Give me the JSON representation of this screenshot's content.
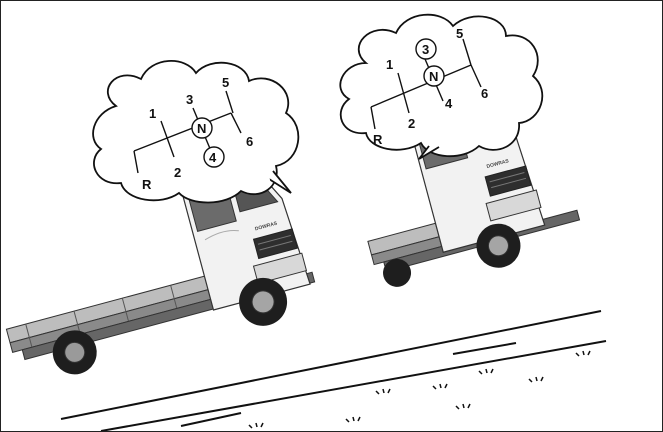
{
  "left_bubble": {
    "reverse": "R",
    "gear_1": "1",
    "gear_2": "2",
    "gear_3": "3",
    "gear_4": "4",
    "gear_5": "5",
    "gear_6": "6",
    "neutral": "N",
    "highlighted_gear": "4"
  },
  "right_bubble": {
    "reverse": "R",
    "gear_1": "1",
    "gear_2": "2",
    "gear_3": "3",
    "gear_4": "4",
    "gear_5": "5",
    "gear_6": "6",
    "neutral": "N",
    "highlighted_gear": "3"
  },
  "truck_brand": "DOWRAS"
}
